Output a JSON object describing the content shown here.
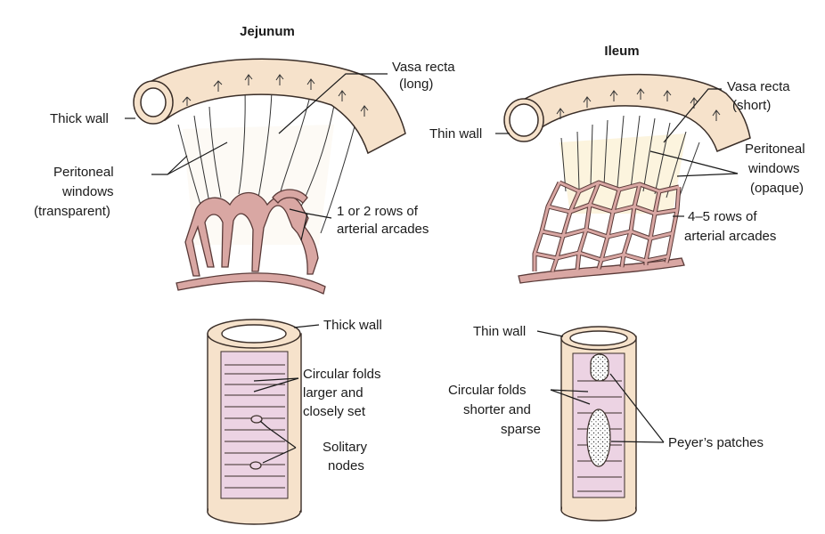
{
  "colors": {
    "intestine_fill": "#f6e2cb",
    "lumen_fill": "#ffffff",
    "artery_fill": "#d9a7a3",
    "mucosa_fill": "#ecd3e3",
    "outline": "#3a2e28"
  },
  "jejunum": {
    "title": "Jejunum",
    "labels": {
      "thick_wall": "Thick wall",
      "vasa_recta_1": "Vasa recta",
      "vasa_recta_2": "(long)",
      "windows_1": "Peritoneal",
      "windows_2": "windows",
      "windows_3": "(transparent)",
      "arcades_1": "1 or 2 rows of",
      "arcades_2": "arterial arcades"
    }
  },
  "ileum": {
    "title": "Ileum",
    "labels": {
      "thin_wall": "Thin wall",
      "vasa_recta_1": "Vasa recta",
      "vasa_recta_2": "(short)",
      "windows_1": "Peritoneal",
      "windows_2": "windows",
      "windows_3": "(opaque)",
      "arcades_1": "4–5 rows of",
      "arcades_2": "arterial arcades"
    }
  },
  "jejunum_tube": {
    "labels": {
      "thick_wall": "Thick wall",
      "folds_1": "Circular folds",
      "folds_2": "larger and",
      "folds_3": "closely set",
      "nodes_1": "Solitary",
      "nodes_2": "nodes"
    }
  },
  "ileum_tube": {
    "labels": {
      "thin_wall": "Thin wall",
      "folds_1": "Circular folds",
      "folds_2": "shorter and",
      "folds_3": "sparse",
      "peyers": "Peyer’s patches"
    }
  }
}
